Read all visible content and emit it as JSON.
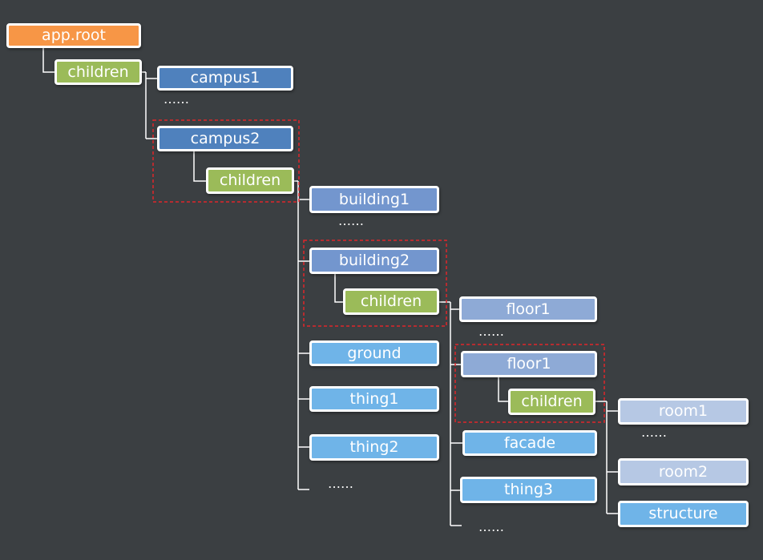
{
  "nodes": {
    "app_root": "app.root",
    "children": "children",
    "campus1": "campus1",
    "campus2": "campus2",
    "building1": "building1",
    "building2": "building2",
    "ground": "ground",
    "thing1": "thing1",
    "thing2": "thing2",
    "floor1": "floor1",
    "facade": "facade",
    "thing3": "thing3",
    "room1": "room1",
    "room2": "room2",
    "structure": "structure"
  },
  "ellipsis": "……",
  "colors": {
    "background": "#3b3f42",
    "root": "#f79646",
    "children": "#9bbb59",
    "campus": "#4f81bd",
    "building": "#7396ce",
    "floor": "#8eaad6",
    "object": "#6fb4e8",
    "room": "#b6c8e4",
    "highlight": "#e0262b"
  }
}
